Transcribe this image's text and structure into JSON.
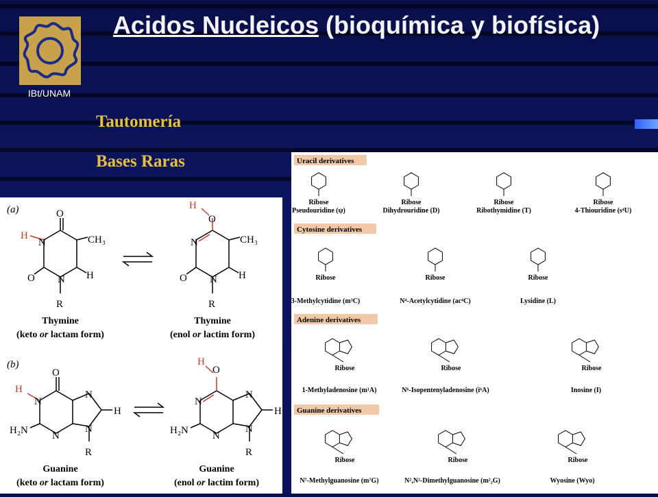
{
  "header": {
    "title_underlined": "Acidos Nucleicos",
    "title_rest": " (bioquímica y biofísica)",
    "logo_caption": "IBt/UNAM"
  },
  "menu": {
    "item1": "Tautomería",
    "item2": "Bases Raras"
  },
  "left_figure": {
    "label_a": "(a)",
    "label_b": "(b)",
    "thymine_keto_name": "Thymine",
    "thymine_keto_form_1": "(keto ",
    "thymine_keto_form_or": "or",
    "thymine_keto_form_2": " lactam form)",
    "thymine_enol_name": "Thymine",
    "thymine_enol_form_1": "(enol ",
    "thymine_enol_form_or": "or",
    "thymine_enol_form_2": " lactim form)",
    "guanine_keto_name": "Guanine",
    "guanine_keto_form_1": "(keto ",
    "guanine_keto_form_or": "or",
    "guanine_keto_form_2": " lactam form)",
    "guanine_enol_name": "Guanine",
    "guanine_enol_form_1": "(enol ",
    "guanine_enol_form_or": "or",
    "guanine_enol_form_2": " lactim form)"
  },
  "right_figure": {
    "uracil_header": "Uracil derivatives",
    "cytosine_header": "Cytosine derivatives",
    "adenine_header": "Adenine derivatives",
    "guanine_header": "Guanine derivatives",
    "ribose": "Ribose",
    "uracil_items": [
      "Pseudouridine (ψ)",
      "Dihydrouridine (D)",
      "Ribothymidine (T)",
      "4-Thiouridine (s⁴U)"
    ],
    "cytosine_items": [
      "3-Methylcytidine (m³C)",
      "N⁴-Acetylcytidine (ac⁴C)",
      "Lysidine (L)"
    ],
    "adenine_items": [
      "1-Methyladenosine (m¹A)",
      "N⁶-Isopentenyladenosine (i⁶A)",
      "Inosine (I)"
    ],
    "guanine_items": [
      "N⁷-Methylguanosine (m⁷G)",
      "N²,N²-Dimethylguanosine (m²₂G)",
      "Wyosine (Wyo)"
    ]
  }
}
